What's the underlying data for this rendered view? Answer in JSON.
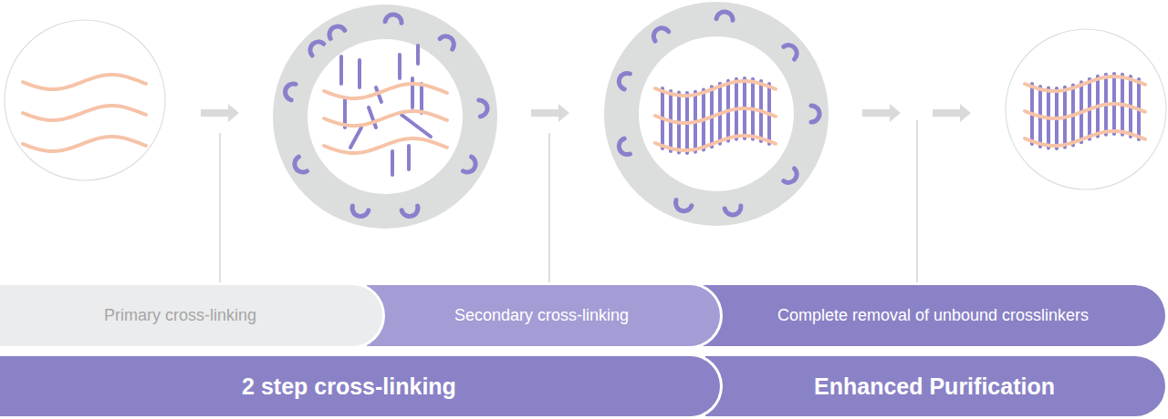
{
  "diagram": {
    "nodes": [
      {
        "text": [
          "Primary cross-linking"
        ]
      },
      {
        "text": [
          "Secondary cross-linking"
        ]
      },
      {
        "text": [
          "Complete removal of unbound crosslinkers"
        ]
      },
      {
        "text": [
          "2 step cross-linking"
        ]
      },
      {
        "text": [
          "Enhanced Purification"
        ]
      }
    ]
  }
}
